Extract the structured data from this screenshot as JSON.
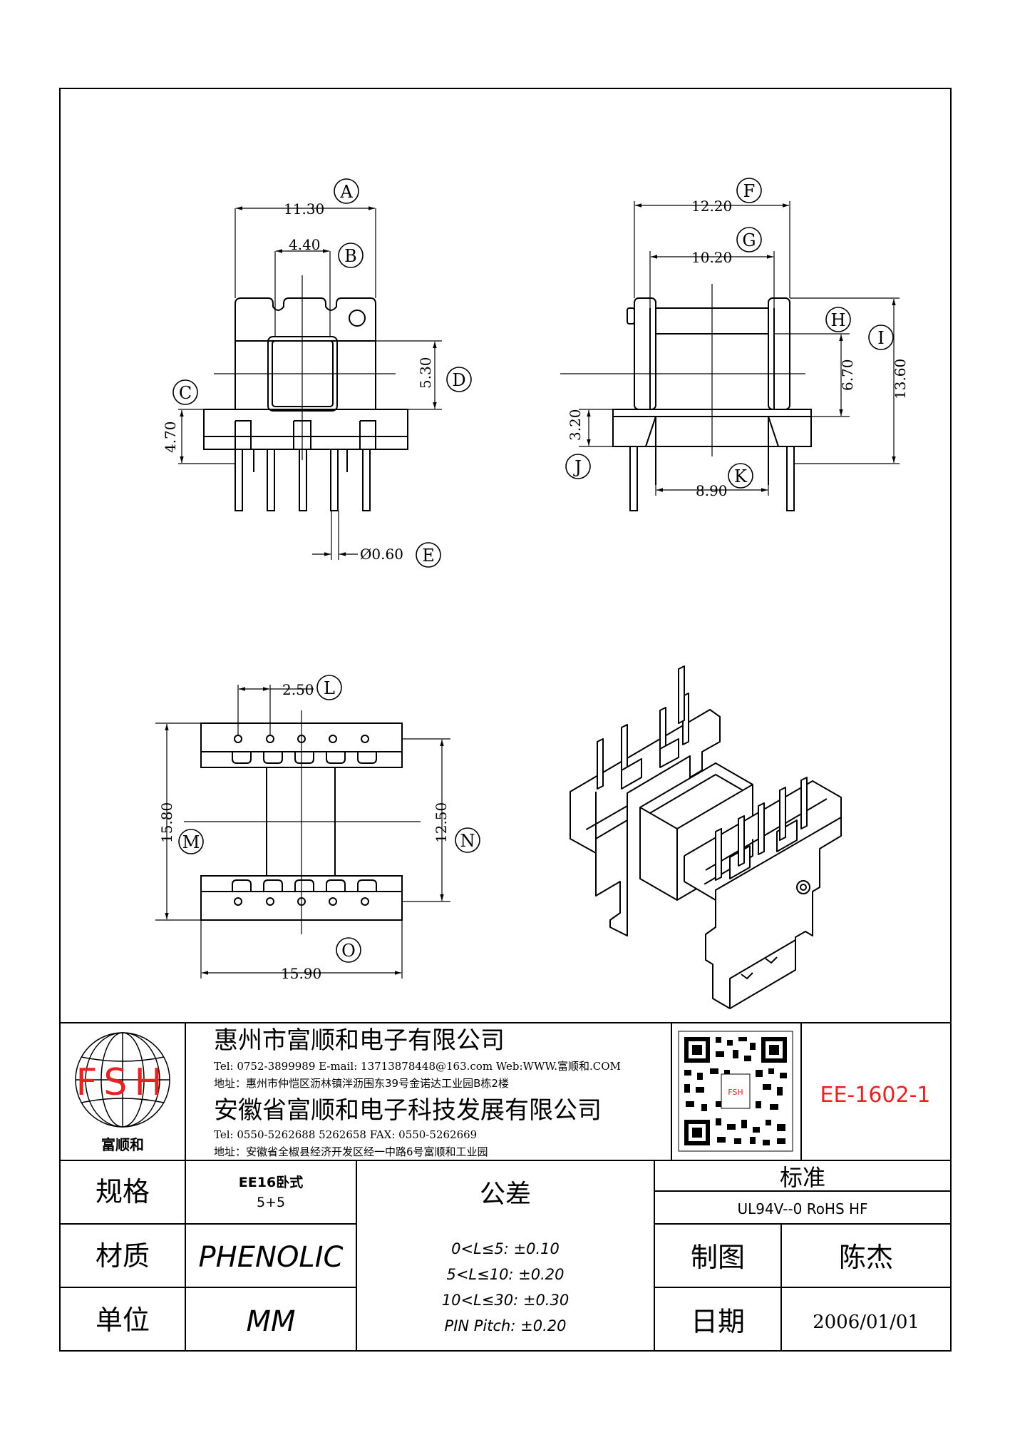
{
  "dims": {
    "a_width": "11.30",
    "b_core": "4.40",
    "d_height": "5.30",
    "c_height": "4.70",
    "e_pin": "Ø0.60",
    "f_width": "12.20",
    "g_width": "10.20",
    "h_height": "6.70",
    "i_height": "13.60",
    "j_height": "3.20",
    "k_width": "8.90",
    "l_pitch": "2.50",
    "m_height": "15.80",
    "n_height": "12.50",
    "o_width": "15.90"
  },
  "callouts": {
    "a": "A",
    "b": "B",
    "c": "C",
    "d": "D",
    "e": "E",
    "f": "F",
    "g": "G",
    "h": "H",
    "i": "I",
    "j": "J",
    "k": "K",
    "l": "L",
    "m": "M",
    "n": "N",
    "o": "O"
  },
  "company": {
    "logo_text": "FSH",
    "logo_caption": "富顺和",
    "name1": "惠州市富顺和电子有限公司",
    "contact1": "Tel:  0752-3899989  E-mail: 13713878448@163.com  Web:WWW.富顺和.COM",
    "address1": "地址：惠州市仲恺区沥林镇泮沥围东39号金诺达工业园B栋2楼",
    "name2": "安徽省富顺和电子科技发展有限公司",
    "contact2": "Tel:  0550-5262688  5262658    FAX:  0550-5262669",
    "address2": "地址：安徽省全椒县经济开发区经一中路6号富顺和工业园",
    "qr_mark": "FSH"
  },
  "part_number": "EE-1602-1",
  "table": {
    "spec_label": "规格",
    "spec_value1": "EE16卧式",
    "spec_value2": "5+5",
    "tolerance_label": "公差",
    "tol1": "0<L≤5: ±0.10",
    "tol2": "5<L≤10: ±0.20",
    "tol3": "10<L≤30: ±0.30",
    "tol4": "PIN Pitch: ±0.20",
    "standard_label": "标准",
    "standard_value": "UL94V--0  RoHS HF",
    "material_label": "材质",
    "material_value": "PHENOLIC",
    "drawn_label": "制图",
    "drawn_value": "陈杰",
    "unit_label": "单位",
    "unit_value": "MM",
    "date_label": "日期",
    "date_value": "2006/01/01"
  },
  "colors": {
    "ink": "#000000",
    "logo_red": "#e52421",
    "part_red": "#e52421"
  }
}
